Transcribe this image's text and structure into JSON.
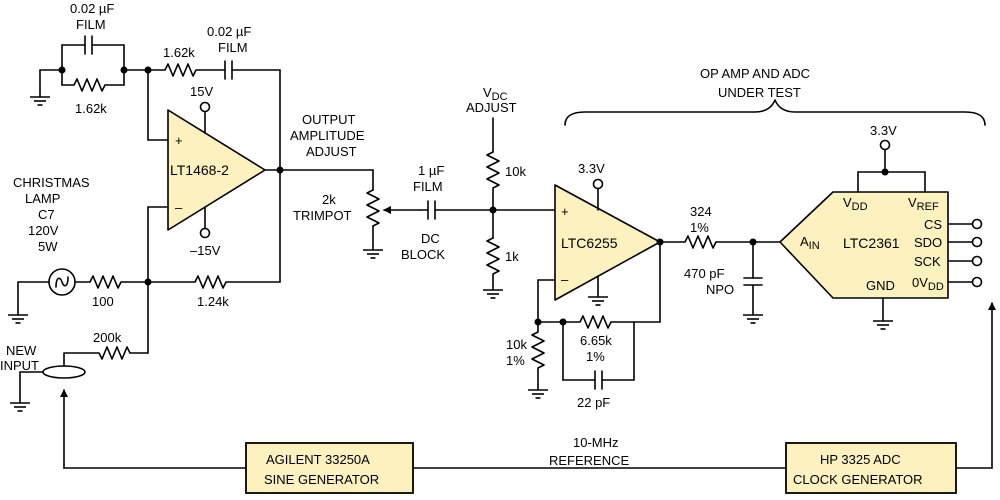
{
  "labels": {
    "c_fb_value": "0.02 µF",
    "c_fb_type": "FILM",
    "r_fb_bottom": "1.62k",
    "r_fb_top": "1.62k",
    "c_series_value": "0.02 µF",
    "c_series_type": "FILM",
    "pos_supply": "15V",
    "neg_supply": "–15V",
    "opamp1_name": "LT1468-2",
    "opamp1_plus": "+",
    "opamp1_minus": "–",
    "lamp_line1": "CHRISTMAS",
    "lamp_line2": "LAMP",
    "lamp_line3": "C7",
    "lamp_line4": "120V",
    "lamp_line5": "5W",
    "r_100": "100",
    "r_124k": "1.24k",
    "new_input_line1": "NEW",
    "new_input_line2": "INPUT",
    "r_200k": "200k",
    "out_amp_line1": "OUTPUT",
    "out_amp_line2": "AMPLITUDE",
    "out_amp_line3": "ADJUST",
    "trimpot_line1": "2k",
    "trimpot_line2": "TRIMPOT",
    "cap_1uf_value": "1 µF",
    "cap_1uf_type": "FILM",
    "dc_block_line1": "DC",
    "dc_block_line2": "BLOCK",
    "vdc_main": "V",
    "vdc_sub": "DC",
    "vdc_line2": "ADJUST",
    "r_10k_top": "10k",
    "r_1k": "1k",
    "dut_line1": "OP AMP AND ADC",
    "dut_line2": "UNDER TEST",
    "opamp2_supply": "3.3V",
    "opamp2_name": "LTC6255",
    "opamp2_plus": "+",
    "opamp2_minus": "–",
    "r_324": "324",
    "r_324_tol": "1%",
    "cap_470_value": "470 pF",
    "cap_470_type": "NPO",
    "r_10k_gnd": "10k",
    "r_10k_gnd_tol": "1%",
    "r_665k": "6.65k",
    "r_665k_tol": "1%",
    "cap_22pf": "22 pF",
    "adc_supply": "3.3V",
    "adc_vdd_main": "V",
    "adc_vdd_sub": "DD",
    "adc_vref_main": "V",
    "adc_vref_sub": "REF",
    "adc_ain_main": "A",
    "adc_ain_sub": "IN",
    "adc_name": "LTC2361",
    "adc_gnd": "GND",
    "pin_cs": "CS",
    "pin_sdo": "SDO",
    "pin_sck": "SCK",
    "pin_ovdd_main": "0V",
    "pin_ovdd_sub": "DD",
    "sine_gen_line1": "AGILENT 33250A",
    "sine_gen_line2": "SINE GENERATOR",
    "ref_line1": "10-MHz",
    "ref_line2": "REFERENCE",
    "clock_gen_line1": "HP 3325 ADC",
    "clock_gen_line2": "CLOCK GENERATOR"
  }
}
